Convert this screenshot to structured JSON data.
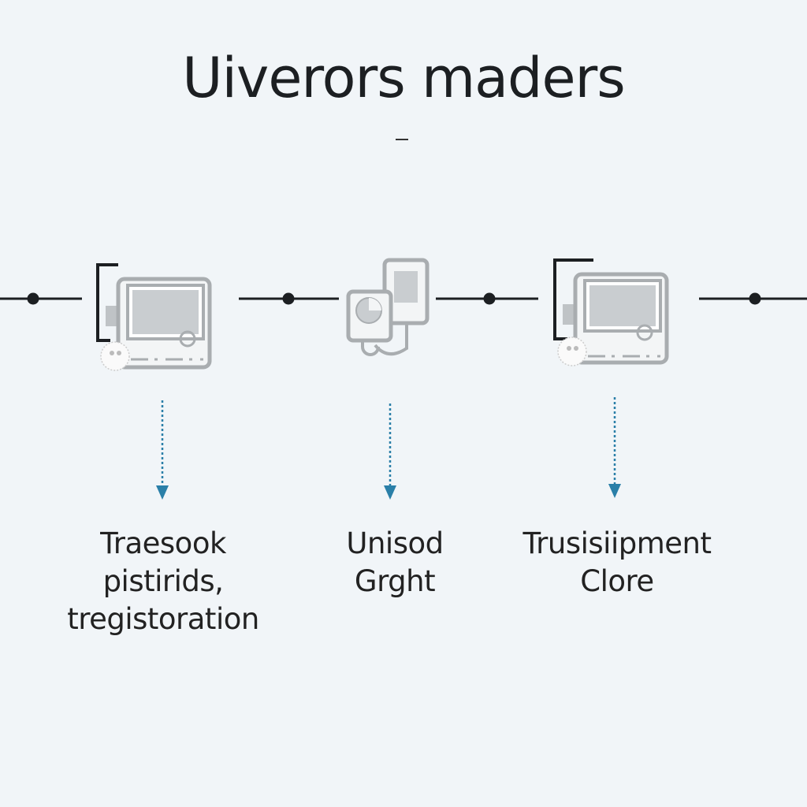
{
  "title": "Uiverors maders",
  "subtitle_mark": "",
  "colors": {
    "arrow": "#2a7fa8",
    "line": "#1c1f22",
    "icon": "#a9adb0"
  },
  "steps": [
    {
      "icon": "monitor-icon",
      "lines": [
        "Traesook",
        "pistirids,",
        "tregistoration"
      ]
    },
    {
      "icon": "device-icon",
      "lines": [
        "Unisod",
        "Grght"
      ]
    },
    {
      "icon": "monitor-icon",
      "lines": [
        "Trusisiipment",
        "Clore"
      ]
    }
  ]
}
